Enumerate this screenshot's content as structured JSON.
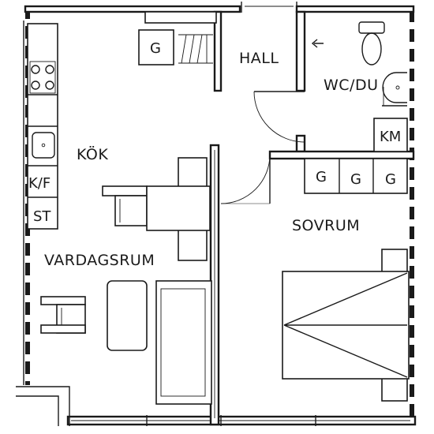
{
  "rooms": {
    "hall": "HALL",
    "wc_du": "WC/DU",
    "kok": "KÖK",
    "km": "KM",
    "kf": "K/F",
    "st": "ST",
    "vardagsrum": "VARDAGSRUM",
    "sovrum": "SOVRUM"
  },
  "closets": {
    "hall_closet": "G",
    "sovrum_closet_1": "G",
    "sovrum_closet_2": "G",
    "sovrum_closet_3": "G"
  },
  "colors": {
    "line": "#1a1a1a",
    "background": "#ffffff"
  }
}
